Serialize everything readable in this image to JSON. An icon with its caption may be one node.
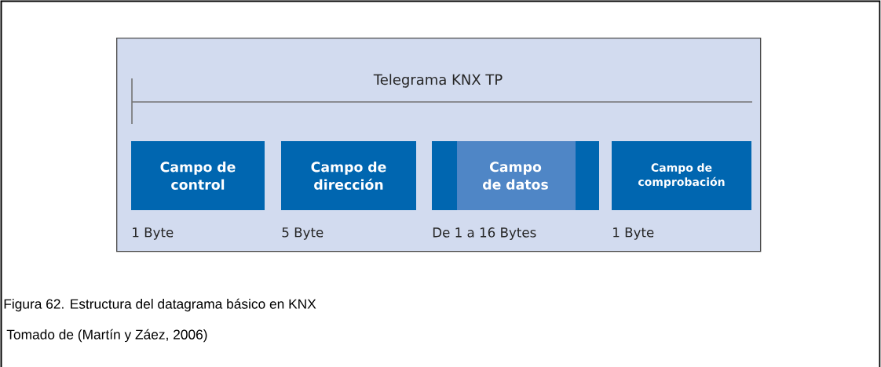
{
  "diagram": {
    "caption": "Figura 62. Estructura del datagrama básico en KNX",
    "nodes": [
      {
        "text": [
          "Telegrama KNX TP"
        ]
      },
      {
        "text": [
          "Campo de control"
        ],
        "in": 0,
        "beside": [
          "1 Byte"
        ]
      },
      {
        "text": [
          "Campo de dirección"
        ],
        "in": 0,
        "beside": [
          "5 Byte"
        ]
      },
      {
        "text": [
          "Campo de datos"
        ],
        "in": 0,
        "beside": [
          "De 1 a 16 Bytes"
        ]
      },
      {
        "text": [
          "Campo de comprobación"
        ],
        "in": 0,
        "beside": [
          "1 Byte"
        ]
      }
    ],
    "labels": [
      "Tomado de (Martín y Záez, 2006)"
    ]
  }
}
